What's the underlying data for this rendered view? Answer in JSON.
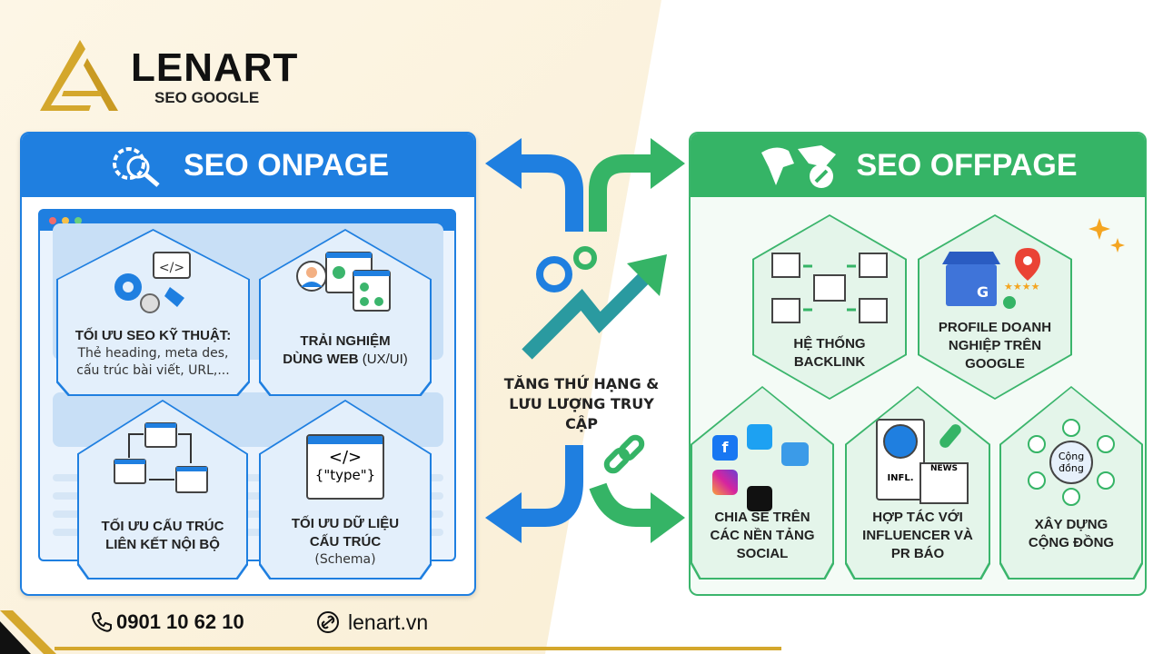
{
  "brand": {
    "name": "LENART",
    "tagline": "SEO GOOGLE",
    "logo_color": "#d4a72c"
  },
  "onpage": {
    "title": "SEO ONPAGE",
    "color": "#1f7fe0",
    "cards": [
      {
        "title": "TỐI ƯU SEO KỸ THUẬT:",
        "desc": "Thẻ heading, meta des, cấu trúc bài viết, URL,..."
      },
      {
        "title": "TRẢI NGHIỆM",
        "title2": "DÙNG WEB",
        "desc": "(UX/UI)"
      },
      {
        "title": "TỐI ƯU CẤU TRÚC LIÊN KẾT NỘI BỘ"
      },
      {
        "title": "TỐI ƯU DỮ LIỆU CẤU TRÚC",
        "desc": "(Schema)",
        "code": "</>",
        "code2": "{\"type\"}"
      }
    ]
  },
  "center": {
    "text": "TĂNG THỨ HẠNG & LƯU LƯỢNG TRUY CẬP"
  },
  "offpage": {
    "title": "SEO OFFPAGE",
    "color": "#35b466",
    "cards": [
      {
        "title": "HỆ THỐNG BACKLINK"
      },
      {
        "title": "PROFILE DOANH NGHIỆP TRÊN GOOGLE"
      },
      {
        "title": "CHIA SẺ TRÊN CÁC NỀN TẢNG SOCIAL"
      },
      {
        "title": "HỢP TÁC VỚI INFLUENCER VÀ PR BÁO",
        "badge": "INFL.",
        "news": "NEWS"
      },
      {
        "title": "XÂY DỰNG CỘNG ĐỒNG",
        "center": "Cộng đồng"
      }
    ]
  },
  "footer": {
    "phone": "0901 10 62 10",
    "website": "lenart.vn"
  }
}
